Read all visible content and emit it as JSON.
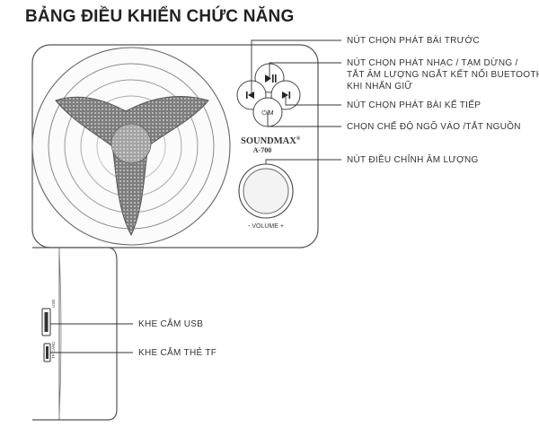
{
  "title": "BẢNG ĐIỀU KHIỂN CHỨC NĂNG",
  "device": {
    "brand": "SOUNDMAX",
    "brand_mark": "®",
    "model": "A-700",
    "volume_label": "- VOLUME +",
    "mode_button_label": "⏻/M",
    "usb_port_label": "USB",
    "tf_port_label": "TF CARD"
  },
  "callouts": {
    "prev_track": "NÚT CHỌN PHÁT BÀI TRƯỚC",
    "play_pause_1": "NÚT CHỌN PHÁT NHẠC / TẠM DỪNG /",
    "play_pause_2": "TẮT ÂM LƯỢNG NGẮT KẾT NỐI BUETOOTH",
    "play_pause_3": "KHI NHẤN GIỮ",
    "next_track": "NÚT CHỌN PHÁT BÀI KẾ TIẾP",
    "mode_power": "CHỌN CHẾ ĐỘ NGÕ VÀO /TẮT NGUỒN",
    "volume_knob": "NÚT ĐIỀU CHỈNH ÂM LƯỢNG",
    "usb_slot": "KHE CẮM USB",
    "tf_slot": "KHE CẮM THẺ TF"
  },
  "icons": {
    "prev": "previous-track-icon",
    "play": "play-pause-icon",
    "next": "next-track-icon",
    "power": "power-mode-icon"
  }
}
